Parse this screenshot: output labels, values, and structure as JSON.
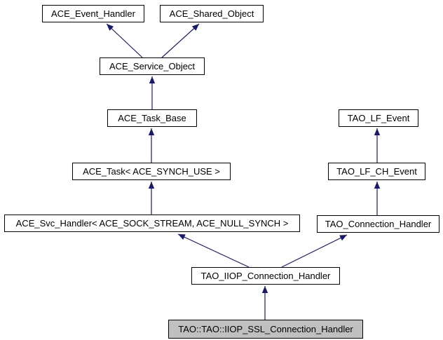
{
  "diagram": {
    "kind": "class-inheritance-graph",
    "background_color": "#ffffff",
    "edge_color": "#191970",
    "node_border_color": "#000000",
    "node_fill_color": "#ffffff",
    "highlighted_node_fill_color": "#c0c0c0"
  },
  "nodes": [
    {
      "id": "ace-event-handler",
      "label": "ACE_Event_Handler"
    },
    {
      "id": "ace-shared-object",
      "label": "ACE_Shared_Object"
    },
    {
      "id": "ace-service-object",
      "label": "ACE_Service_Object"
    },
    {
      "id": "ace-task-base",
      "label": "ACE_Task_Base"
    },
    {
      "id": "ace-task",
      "label": "ACE_Task< ACE_SYNCH_USE >"
    },
    {
      "id": "ace-svc-handler",
      "label": "ACE_Svc_Handler< ACE_SOCK_STREAM, ACE_NULL_SYNCH >"
    },
    {
      "id": "tao-lf-event",
      "label": "TAO_LF_Event"
    },
    {
      "id": "tao-lf-ch-event",
      "label": "TAO_LF_CH_Event"
    },
    {
      "id": "tao-connection-handler",
      "label": "TAO_Connection_Handler"
    },
    {
      "id": "tao-iiop-connection-handler",
      "label": "TAO_IIOP_Connection_Handler"
    },
    {
      "id": "tao-tao-iiop-ssl-connection-handler",
      "label": "TAO::TAO::IIOP_SSL_Connection_Handler",
      "highlighted": true
    }
  ],
  "edges": [
    {
      "from": "ace-service-object",
      "to": "ace-event-handler"
    },
    {
      "from": "ace-service-object",
      "to": "ace-shared-object"
    },
    {
      "from": "ace-task-base",
      "to": "ace-service-object"
    },
    {
      "from": "ace-task",
      "to": "ace-task-base"
    },
    {
      "from": "ace-svc-handler",
      "to": "ace-task"
    },
    {
      "from": "tao-lf-ch-event",
      "to": "tao-lf-event"
    },
    {
      "from": "tao-connection-handler",
      "to": "tao-lf-ch-event"
    },
    {
      "from": "tao-iiop-connection-handler",
      "to": "ace-svc-handler"
    },
    {
      "from": "tao-iiop-connection-handler",
      "to": "tao-connection-handler"
    },
    {
      "from": "tao-tao-iiop-ssl-connection-handler",
      "to": "tao-iiop-connection-handler"
    }
  ]
}
